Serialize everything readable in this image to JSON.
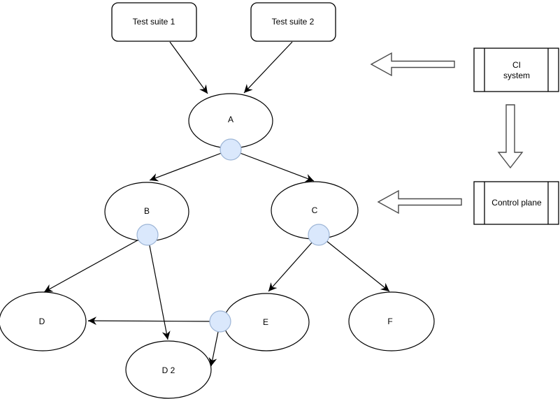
{
  "diagram": {
    "background": "#ffffff",
    "colors": {
      "node_stroke": "#000000",
      "node_fill": "#ffffff",
      "edge_color": "#000000",
      "port_fill": "#dae8fc",
      "port_stroke": "#9db5d6",
      "block_arrow_stroke": "#4a4a4a",
      "text_color": "#000000"
    },
    "nodes": {
      "test_suite_1": {
        "label": "Test suite 1",
        "shape": "rounded-rectangle"
      },
      "test_suite_2": {
        "label": "Test suite 2",
        "shape": "rounded-rectangle"
      },
      "a": {
        "label": "A",
        "shape": "ellipse"
      },
      "b": {
        "label": "B",
        "shape": "ellipse"
      },
      "c": {
        "label": "C",
        "shape": "ellipse"
      },
      "d": {
        "label": "D",
        "shape": "ellipse"
      },
      "d2": {
        "label": "D 2",
        "shape": "ellipse"
      },
      "e": {
        "label": "E",
        "shape": "ellipse"
      },
      "f": {
        "label": "F",
        "shape": "ellipse"
      },
      "ci_system": {
        "label_line_1": "CI",
        "label_line_2": "system",
        "shape": "process"
      },
      "control_plane": {
        "label": "Control plane",
        "shape": "process"
      }
    },
    "ports": [
      {
        "on": "a",
        "position": "bottom"
      },
      {
        "on": "b",
        "position": "bottom"
      },
      {
        "on": "c",
        "position": "bottom"
      },
      {
        "on": "e",
        "position": "left"
      }
    ],
    "edges": [
      {
        "from": "test_suite_1",
        "to": "a"
      },
      {
        "from": "test_suite_2",
        "to": "a"
      },
      {
        "from": "a",
        "to": "b"
      },
      {
        "from": "a",
        "to": "c"
      },
      {
        "from": "b",
        "to": "d"
      },
      {
        "from": "b",
        "to": "d2"
      },
      {
        "from": "c",
        "to": "e"
      },
      {
        "from": "c",
        "to": "f"
      },
      {
        "from": "e",
        "to": "d"
      },
      {
        "from": "e",
        "to": "d2"
      }
    ],
    "block_arrows": [
      {
        "name": "ci-system-to-test-suites",
        "direction": "left"
      },
      {
        "name": "ci-system-to-control-plane",
        "direction": "down"
      },
      {
        "name": "control-plane-to-c",
        "direction": "left"
      }
    ]
  }
}
